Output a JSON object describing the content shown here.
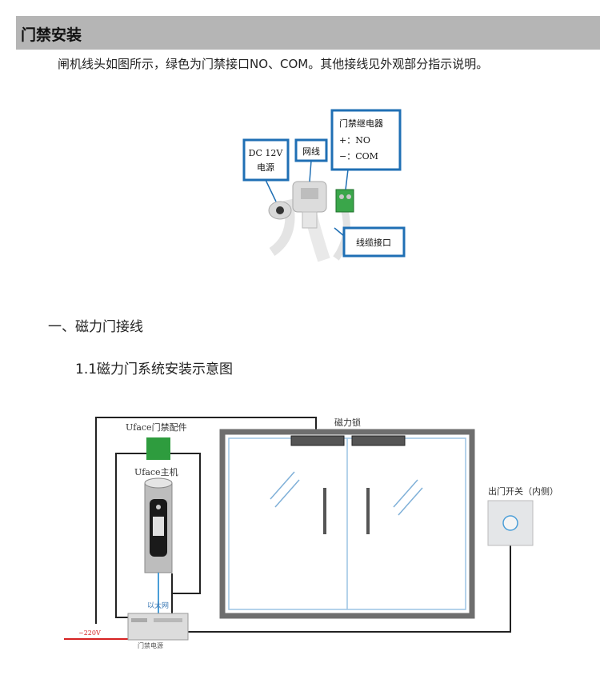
{
  "header": {
    "title": "门禁安装"
  },
  "intro": "闸机线头如图所示，绿色为门禁接口NO、COM。其他接线见外观部分指示说明。",
  "cable_photo": {
    "label_power": [
      "DC 12V",
      "电源"
    ],
    "label_network": "网线",
    "label_relay": [
      "门禁继电器",
      "+：NO",
      "−：COM"
    ],
    "label_interface": "线缆接口"
  },
  "section": {
    "heading": "一、磁力门接线",
    "subheading": "1.1磁力门系统安装示意图"
  },
  "diagram": {
    "label_door_part": "Uface门禁配件",
    "label_host": "Uface主机",
    "label_lock": "磁力锁",
    "label_exit_switch": "出门开关（内侧）",
    "label_ethernet": "以太网",
    "label_220v": "~220V",
    "label_psu": "门禁电源"
  }
}
